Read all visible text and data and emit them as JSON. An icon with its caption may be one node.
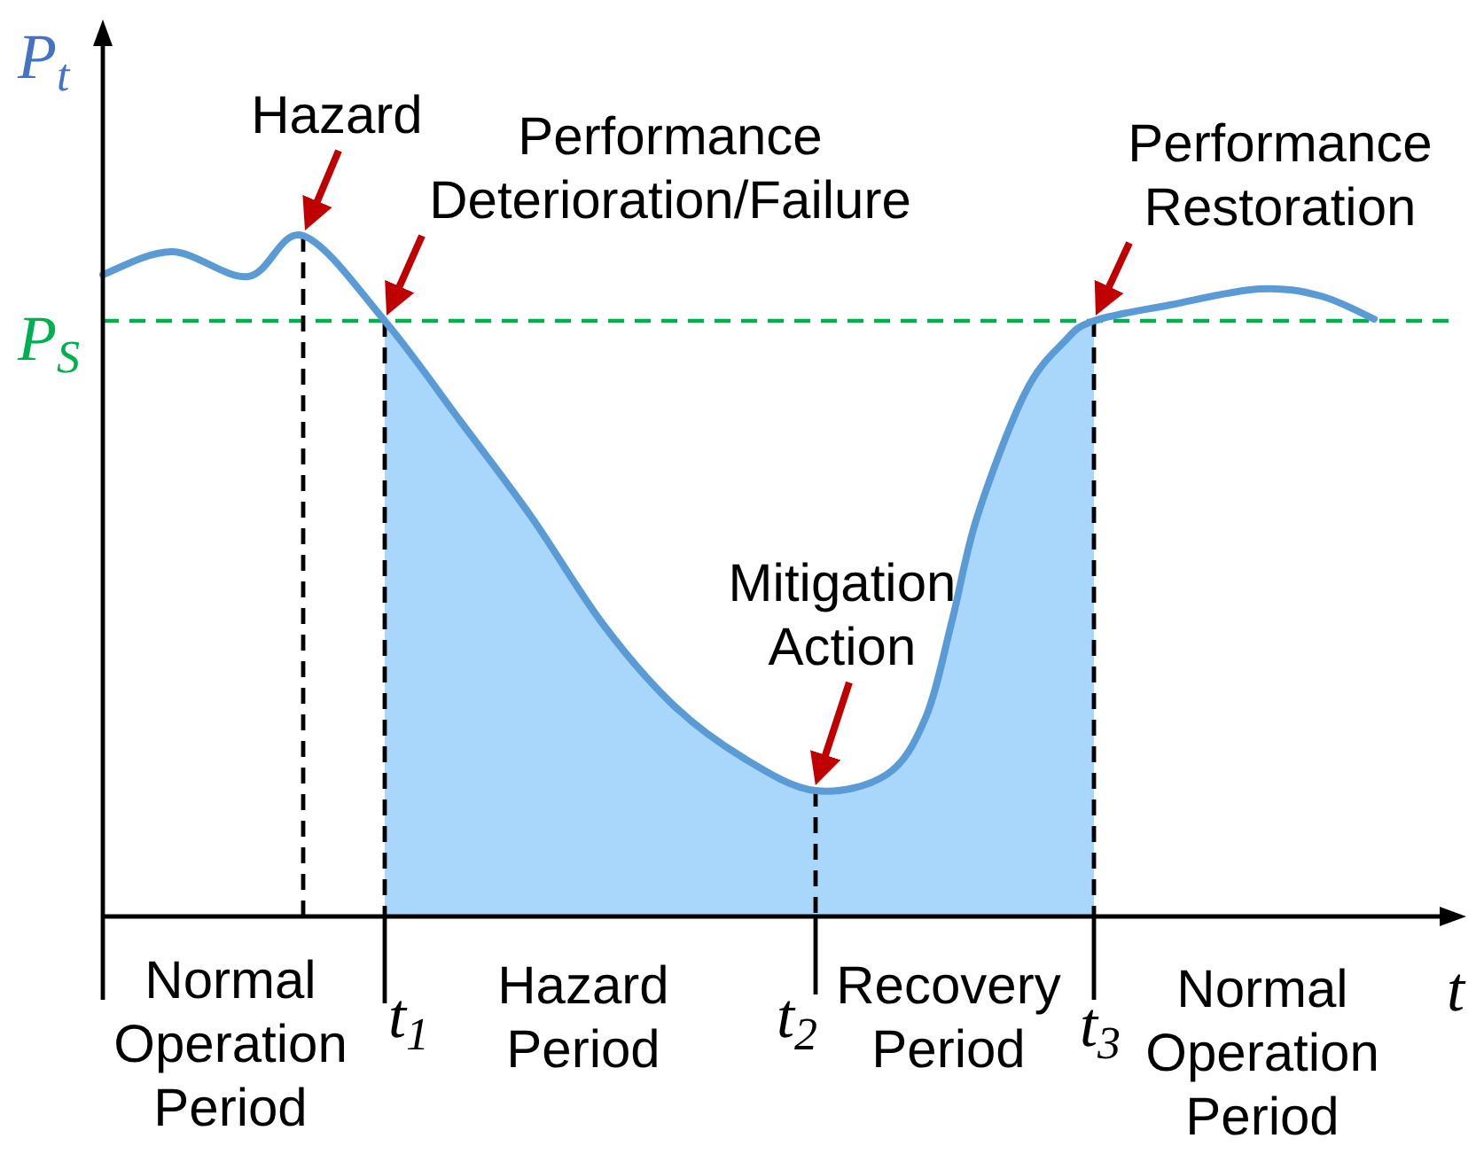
{
  "diagram": {
    "nodes": [
      {
        "text": [
          "Hazard"
        ]
      },
      {
        "text": [
          "Performance Deterioration/Failure"
        ]
      },
      {
        "text": [
          "Performance Restoration"
        ]
      },
      {
        "text": [
          "Mitigation Action"
        ]
      }
    ],
    "edges": [
      {
        "from": 0,
        "to": null,
        "arrow": "to"
      },
      {
        "from": 1,
        "to": null,
        "arrow": "to"
      },
      {
        "from": 2,
        "to": null,
        "arrow": "to"
      },
      {
        "from": 3,
        "to": null,
        "arrow": "to"
      }
    ],
    "labels": [
      "P$_{t}$",
      "P$_{S}$",
      "Normal Operation Period",
      "t$_{1}$",
      "Hazard Period",
      "t$_{2}$",
      "Recovery Period",
      "t$_{3}$",
      "Normal Operation Period",
      "t"
    ]
  }
}
